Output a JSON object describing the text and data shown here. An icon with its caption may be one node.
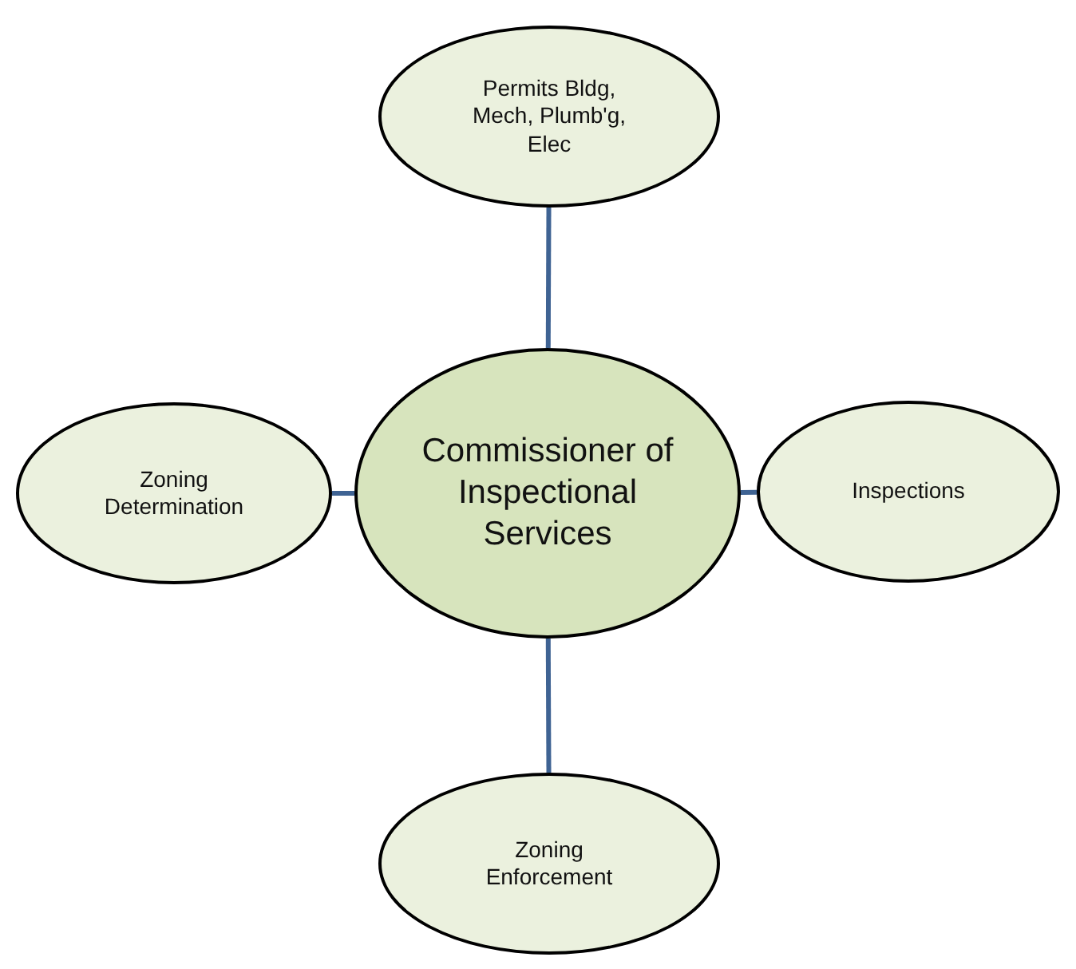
{
  "diagram": {
    "nodes": [
      {
        "text": [
          "Commissioner of Inspectional Services"
        ]
      },
      {
        "text": [
          "Permits Bldg, Mech, Plumb'g, Elec"
        ]
      },
      {
        "text": [
          "Zoning Determination"
        ]
      },
      {
        "text": [
          "Inspections"
        ]
      },
      {
        "text": [
          "Zoning Enforcement"
        ]
      }
    ],
    "edges": [
      {
        "from": 0,
        "to": 1,
        "arrow": "none"
      },
      {
        "from": 0,
        "to": 2,
        "arrow": "none"
      },
      {
        "from": 0,
        "to": 3,
        "arrow": "none"
      },
      {
        "from": 0,
        "to": 4,
        "arrow": "none"
      }
    ]
  }
}
